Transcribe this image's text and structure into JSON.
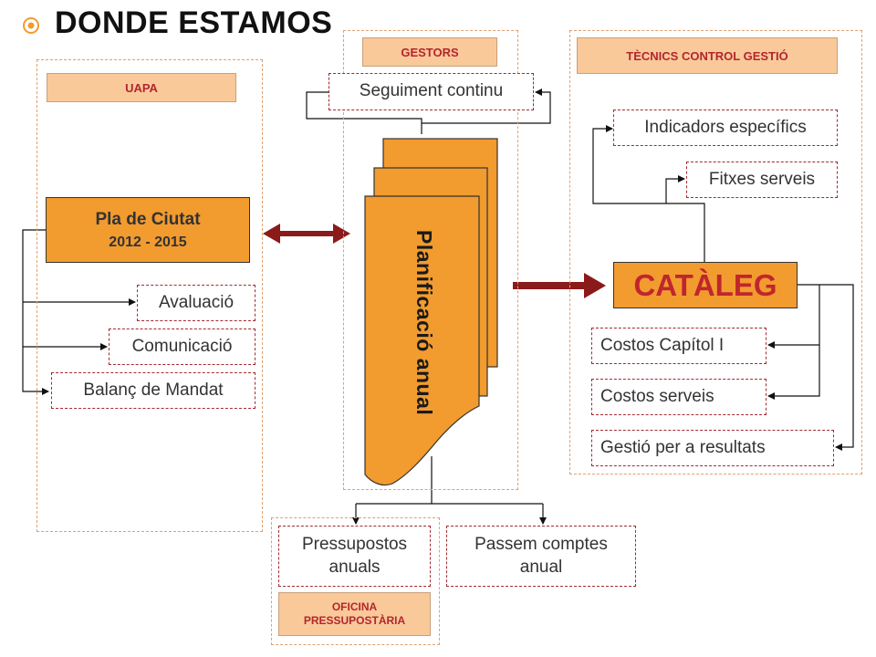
{
  "title": "DONDE ESTAMOS",
  "regions": {
    "uapa": {
      "header": "UAPA"
    },
    "gestors": {
      "header": "GESTORS"
    },
    "tecnics": {
      "header": "TÈCNICS CONTROL GESTIÓ"
    },
    "oficina": {
      "header_line1": "OFICINA",
      "header_line2": "PRESSUPOSTÀRIA"
    }
  },
  "pla": {
    "line1": "Pla de Ciutat",
    "line2": "2012 - 2015"
  },
  "uapa_items": [
    "Avaluació",
    "Comunicació",
    "Balanç de Mandat"
  ],
  "seguiment": "Seguiment continu",
  "planificacio": "Planificació anual",
  "cataleg": "CATÀLEG",
  "tecnics_top": [
    "Indicadors específics",
    "Fitxes serveis"
  ],
  "tecnics_bottom": [
    "Costos Capítol I",
    "Costos serveis",
    "Gestió per a resultats"
  ],
  "outputs": {
    "pressupostos_line1": "Pressupostos",
    "pressupostos_line2": "anuals",
    "passem_line1": "Passem comptes",
    "passem_line2": "anual"
  },
  "colors": {
    "accent": "#f29b2f",
    "header_fill": "#f9c99a",
    "dark_red": "#8b1a1a"
  }
}
